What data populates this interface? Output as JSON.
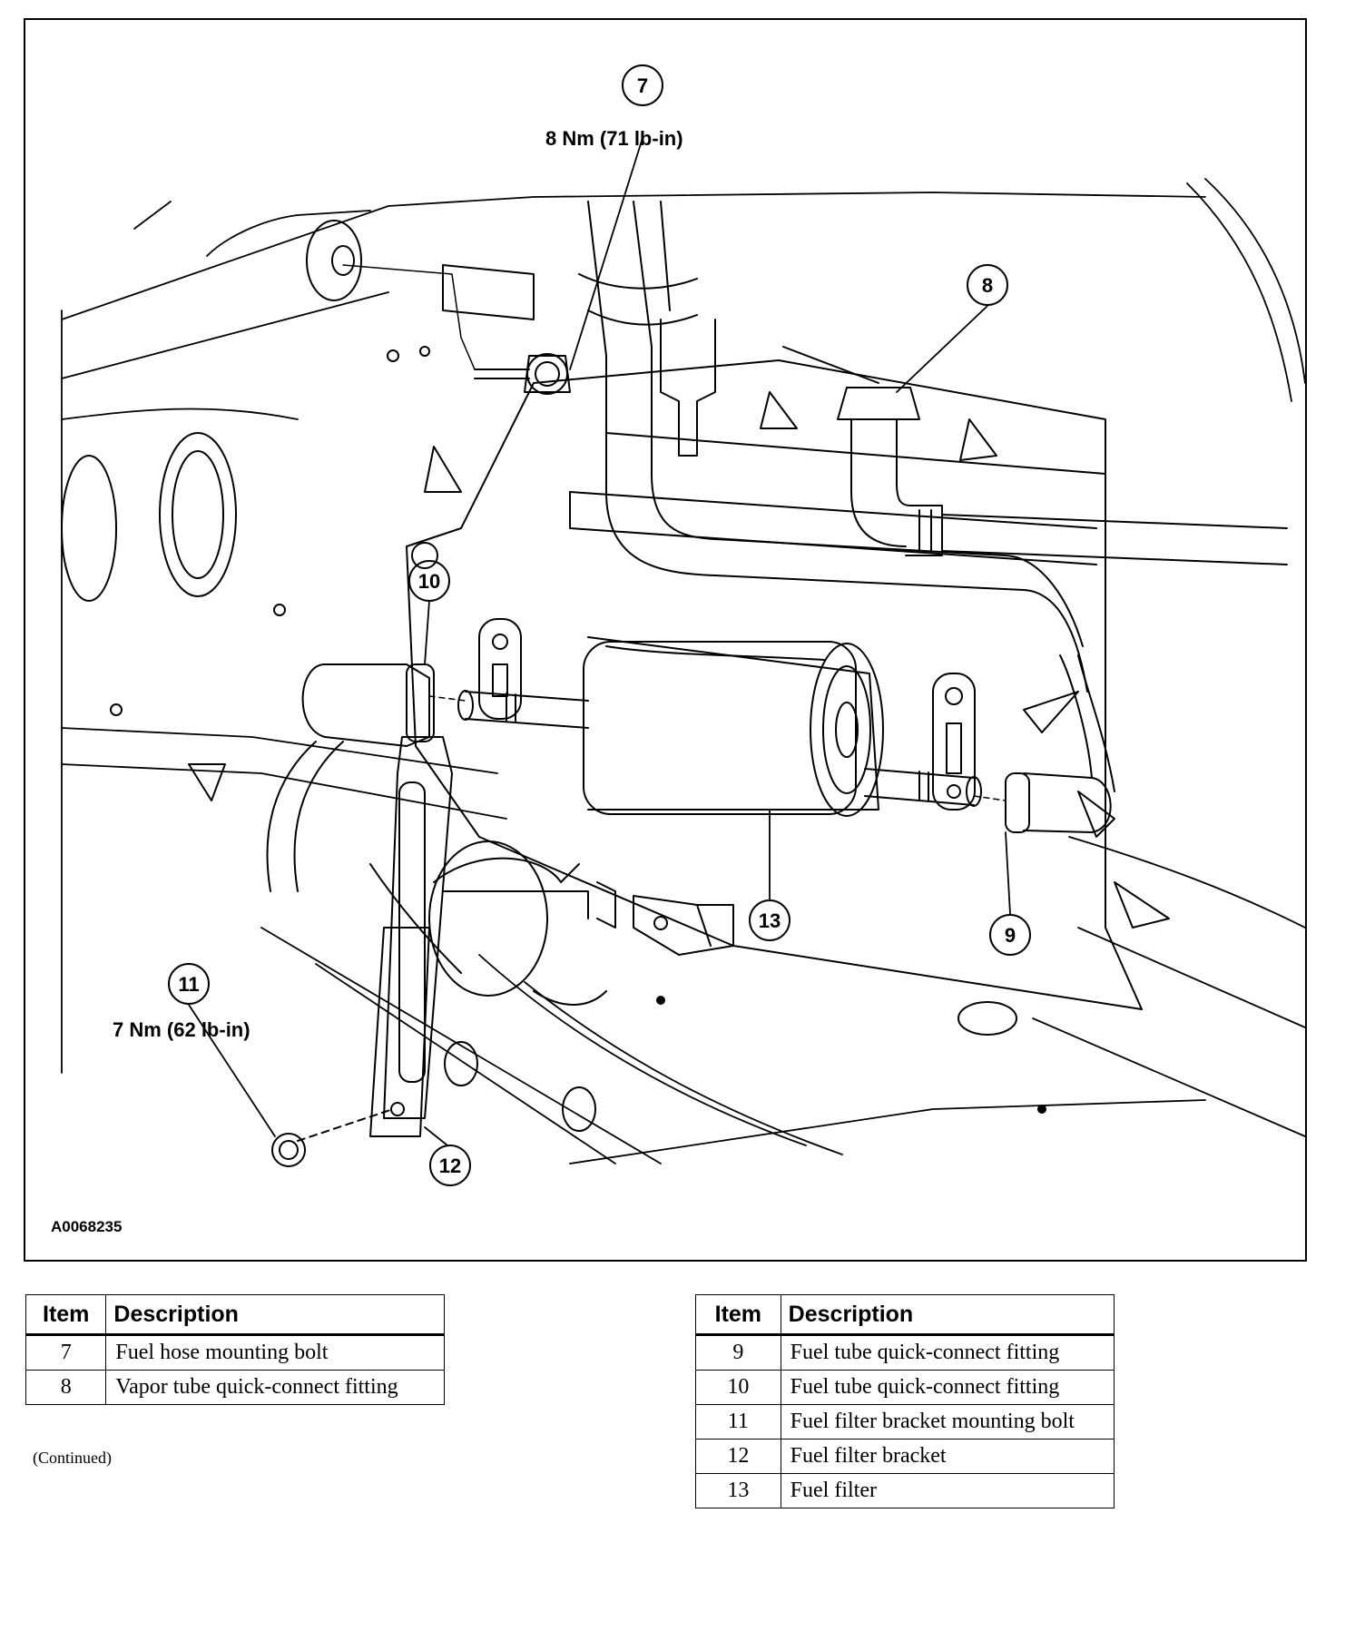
{
  "figure": {
    "code": "A0068235",
    "callouts": [
      "7",
      "8",
      "9",
      "10",
      "11",
      "12",
      "13"
    ],
    "torque_7": "8 Nm (71 lb-in)",
    "torque_11": "7 Nm (62 lb-in)"
  },
  "tables": {
    "header_item": "Item",
    "header_description": "Description",
    "left_rows": [
      {
        "item": "7",
        "description": "Fuel hose mounting bolt"
      },
      {
        "item": "8",
        "description": "Vapor tube quick-connect fitting"
      }
    ],
    "right_rows": [
      {
        "item": "9",
        "description": "Fuel tube quick-connect fitting"
      },
      {
        "item": "10",
        "description": "Fuel tube quick-connect fitting"
      },
      {
        "item": "11",
        "description": "Fuel filter bracket mounting bolt"
      },
      {
        "item": "12",
        "description": "Fuel filter bracket"
      },
      {
        "item": "13",
        "description": "Fuel filter"
      }
    ],
    "continued": "(Continued)"
  }
}
